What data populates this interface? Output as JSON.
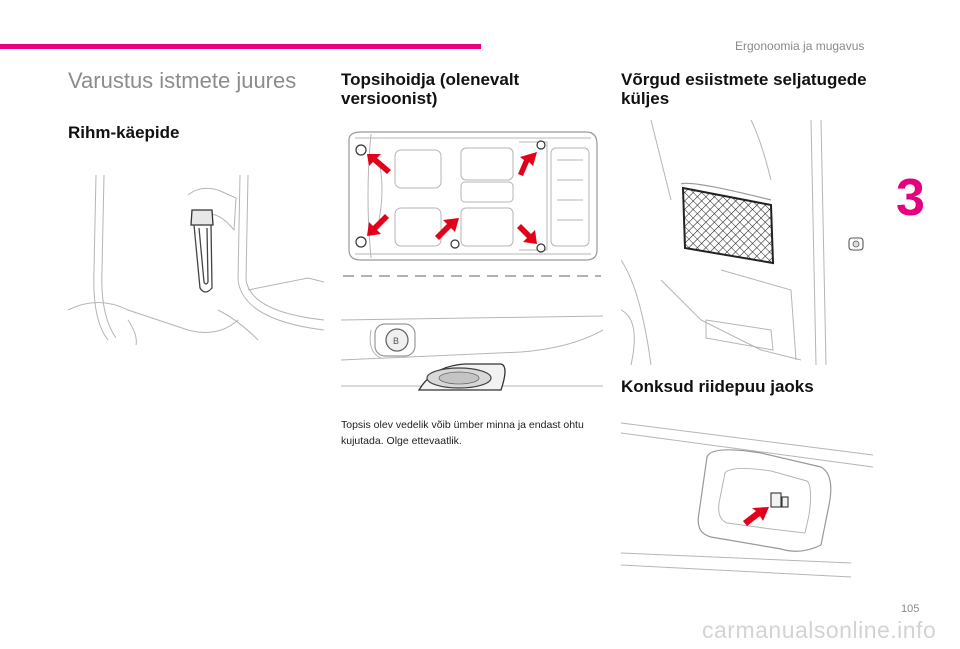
{
  "header": {
    "chapter_title": "Ergonoomia ja mugavus",
    "chapter_number": "3",
    "accent_color": "#e6007e"
  },
  "page": {
    "title": "Varustus istmete juures",
    "number": "105"
  },
  "sections": {
    "strap": {
      "heading": "Rihm-käepide"
    },
    "cupholder": {
      "heading": "Topsihoidja (olenevalt versioonist)",
      "note": "Topsis olev vedelik võib ümber minna ja endast ohtu kujutada. Olge ettevaatlik."
    },
    "nets": {
      "heading": "Võrgud esiistmete seljatugede küljes"
    },
    "hooks": {
      "heading": "Konksud riidepuu jaoks"
    }
  },
  "illustrations": {
    "arrow_color": "#e3001b"
  },
  "watermark": {
    "text": "carmanualsonline.info"
  }
}
